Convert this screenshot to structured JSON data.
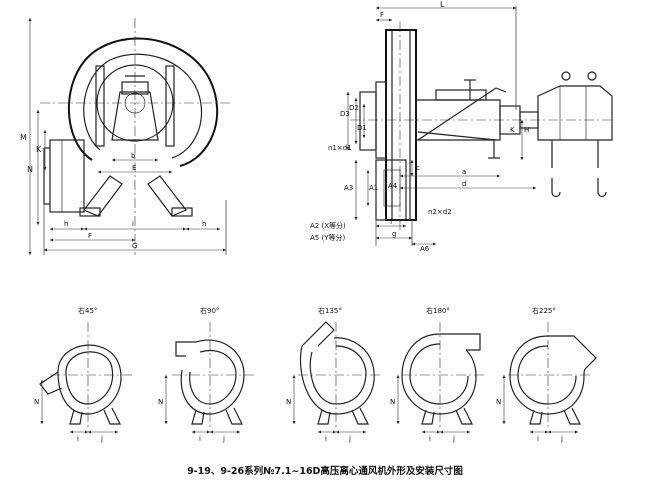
{
  "front_view": {
    "labels": {
      "M": "M",
      "N": "N",
      "K": "K",
      "b": "b",
      "E": "E",
      "h_left": "h",
      "h_right": "h",
      "i": "i",
      "F": "F",
      "G": "G"
    }
  },
  "side_view": {
    "labels": {
      "F": "F",
      "L": "L",
      "D3": "D3",
      "D2": "D2",
      "D1": "D1",
      "n1d1": "n1×d1",
      "A3": "A3",
      "A1": "A1",
      "A4": "A4",
      "c": "c",
      "a": "a",
      "d": "d",
      "H": "H",
      "K": "K",
      "n2d2": "n2×d2",
      "f": "f",
      "g": "g",
      "A2": "A2 (X等分)",
      "A5": "A5 (Y等分)",
      "A6": "A6"
    }
  },
  "orientations": [
    {
      "label": "右45°"
    },
    {
      "label": "右90°"
    },
    {
      "label": "右135°"
    },
    {
      "label": "右180°"
    },
    {
      "label": "右225°"
    }
  ],
  "orientation_dim_labels": {
    "N": "N",
    "i": "i",
    "j": "j"
  },
  "caption": "9-19、9-26系列№7.1~16D高压离心通风机外形及安装尺寸图"
}
